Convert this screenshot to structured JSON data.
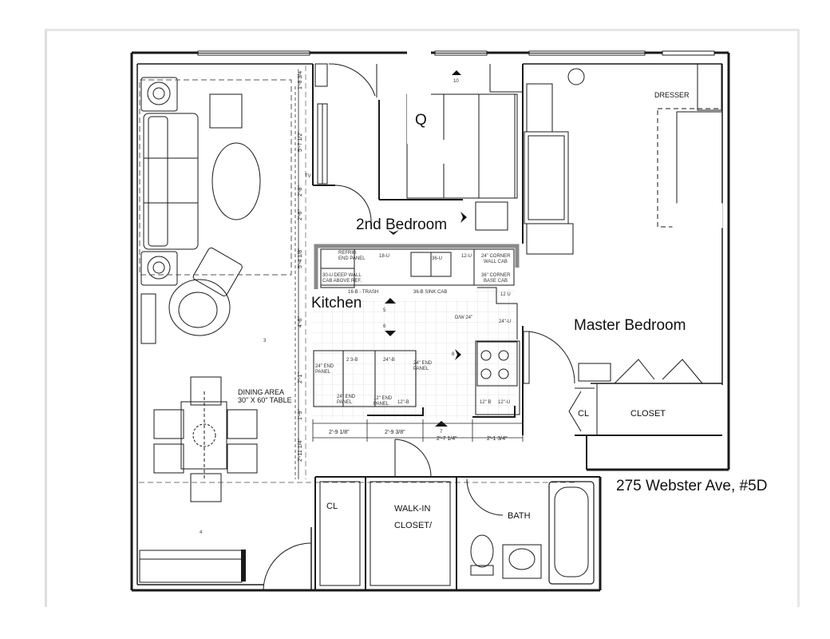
{
  "rooms": {
    "second_bedroom": "2nd Bedroom",
    "kitchen": "Kitchen",
    "master_bedroom": "Master Bedroom",
    "q_letter": "Q",
    "dresser": "DRESSER",
    "closet_master": "CLOSET",
    "cl_master": "CL",
    "cl_hall": "CL",
    "walkin_line1": "WALK-IN",
    "walkin_line2": "CLOSET/",
    "bath": "BATH",
    "dining_line1": "DINING AREA",
    "dining_line2": "30\" X 60\" TABLE",
    "tv": "TV"
  },
  "address": "275 Webster Ave, #5D",
  "cabinets": {
    "refrig_panel_1": "REFRIG",
    "refrig_panel_2": "END PANEL",
    "deep_wall_1": "30-U DEEP WALL",
    "deep_wall_2": "CAB ABOVE REF.",
    "u18": "18-U",
    "u36": "36-U",
    "u12": "12-U",
    "corner_wall_1": "24\" CORNER",
    "corner_wall_2": "WALL CAB",
    "corner_base_1": "36\" CORNER",
    "corner_base_2": "BASE CAB",
    "trash": "16-B - TRASH",
    "sink_cab": "36-B SINK CAB",
    "u12_right": "12 U",
    "dw": "D/W 24\"",
    "u24": "24\"-U",
    "b2": "2 3-B",
    "b24": "24\"-B",
    "end_panel_left_1": "24\" END",
    "end_panel_left_2": "PANEL",
    "end_panel_right_1": "24\" END",
    "end_panel_right_2": "PANEL",
    "end_panel_bottom_1": "24\" END",
    "end_panel_bottom_2": "PANEL",
    "end_panel_12_1": "12\" END",
    "end_panel_12_2": "PANEL",
    "b12": "12\"-B",
    "b12_right": "12\" B",
    "b12_right2": "12\"-U"
  },
  "dimensions": {
    "d1": "2'-9 1/8\"",
    "d2": "2'-9 3/8\"",
    "d3": "2'-7 1/4\"",
    "d4": "2'-1 3/4\"",
    "v1": "1'-8 3/4\"",
    "v2": "5'-7 1/2\"",
    "v3": "2'-8\"",
    "v4": "2'-6\"",
    "v5": "5'-4 1/8\"",
    "v6": "4'-6\"",
    "v7": "2'-1\"",
    "v8": "1'-9\"",
    "v9": "2'-11 1/4\""
  },
  "markers": {
    "m10": "10",
    "m5": "5",
    "m6": "6",
    "m7": "7",
    "m8": "8",
    "m4": "4",
    "m3": "3"
  },
  "icons": [
    "chevron-icon",
    "ceiling-fan-icon",
    "armchair-icon",
    "sofa-icon",
    "dining-set-icon",
    "stove-icon",
    "toilet-icon",
    "sink-icon",
    "bathtub-icon"
  ],
  "colors": {
    "wall": "#1a1a1a",
    "partition": "#8a8a8a",
    "grid": "#d9d9d9",
    "paper": "#ffffff"
  }
}
